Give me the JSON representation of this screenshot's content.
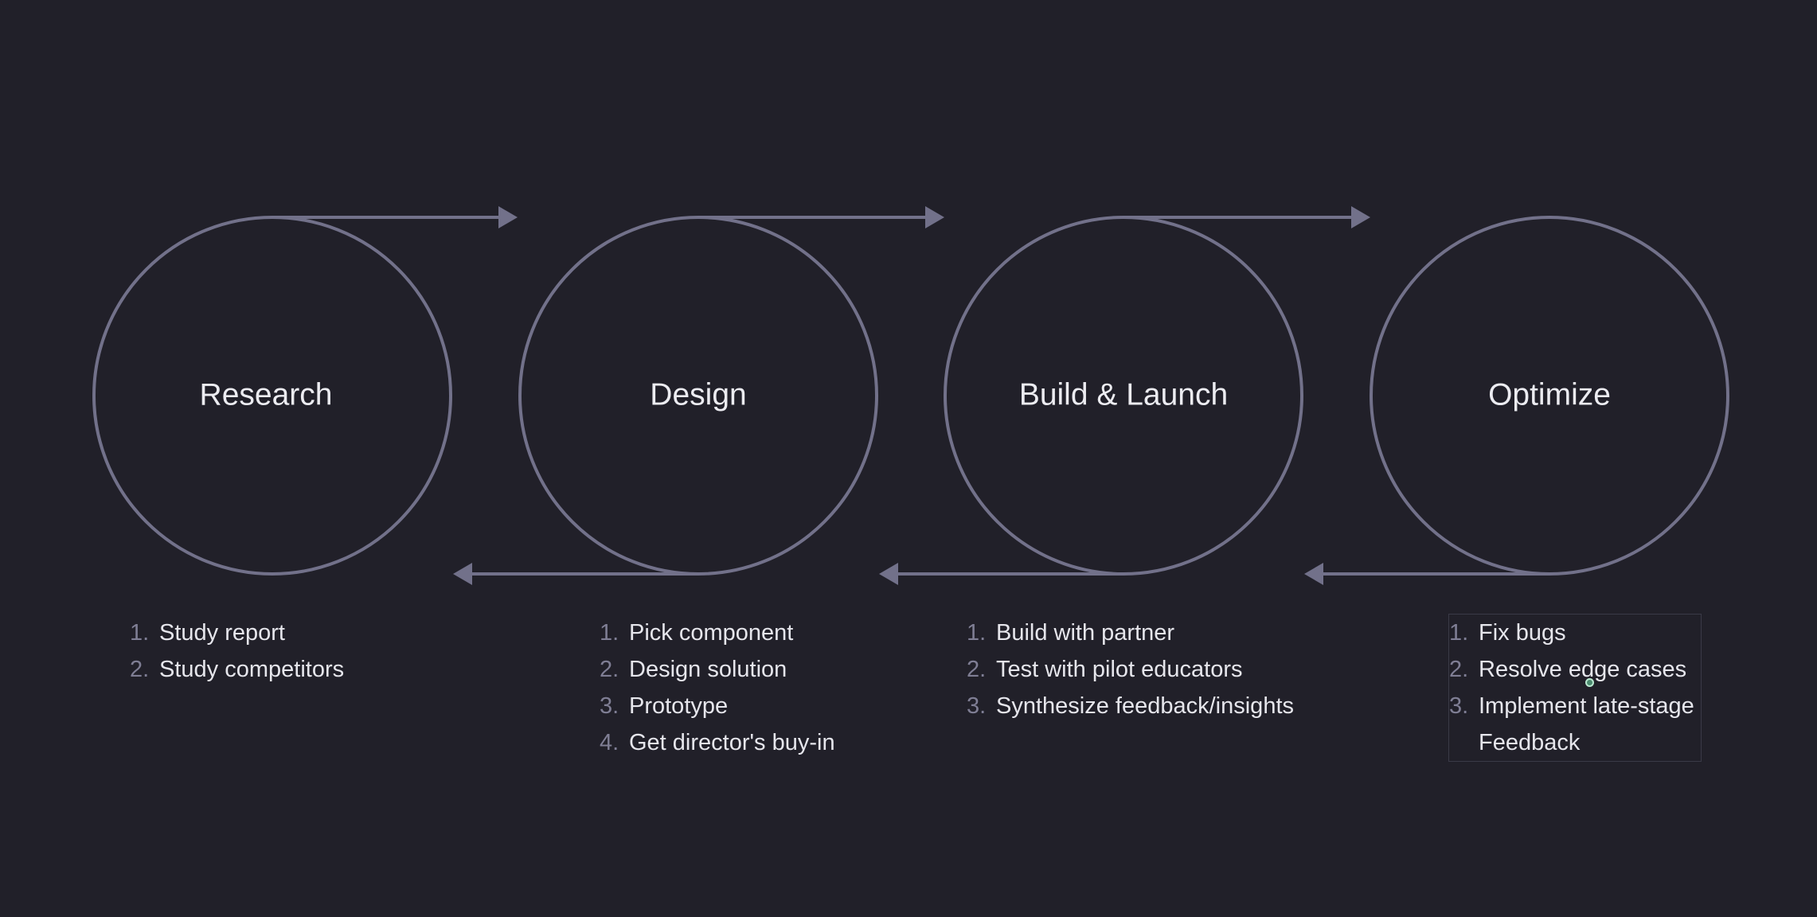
{
  "stages": [
    {
      "label": "Research",
      "tasks": [
        "Study report",
        "Study competitors"
      ]
    },
    {
      "label": "Design",
      "tasks": [
        "Pick component",
        "Design solution",
        "Prototype",
        "Get director's buy-in"
      ]
    },
    {
      "label": "Build & Launch",
      "tasks": [
        "Build with partner",
        "Test with pilot educators",
        "Synthesize feedback/insights"
      ]
    },
    {
      "label": "Optimize",
      "tasks": [
        "Fix bugs",
        "Resolve edge cases",
        "Implement late-stage Feedback"
      ]
    }
  ],
  "colors": {
    "background": "#212029",
    "stroke": "#72718a",
    "text": "#ececf1",
    "list_number": "#7f7e94"
  }
}
